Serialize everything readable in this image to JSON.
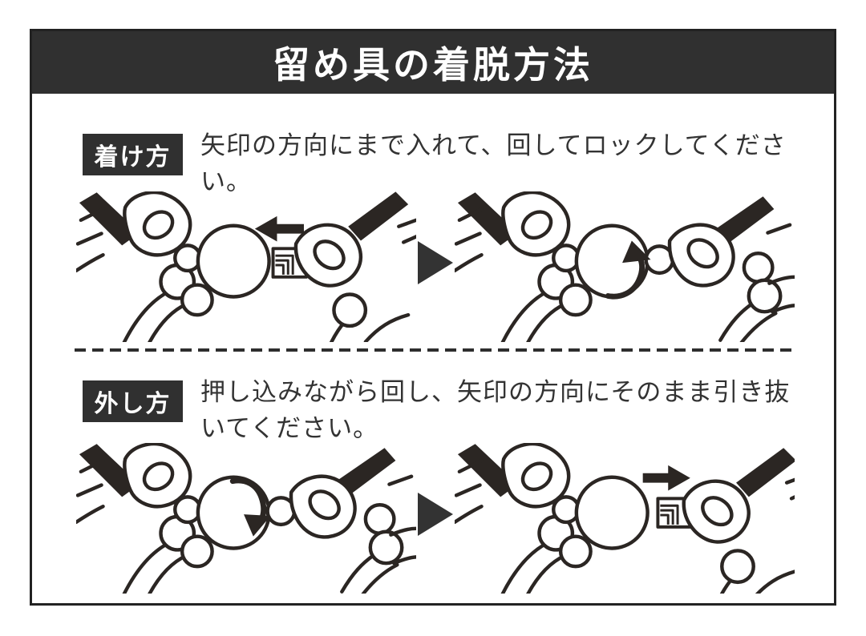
{
  "header": {
    "title": "留め具の着脱方法"
  },
  "sections": [
    {
      "id": "attach",
      "label": "着け方",
      "instruction": "矢印の方向にまで入れて、回してロックしてください。",
      "steps": [
        {
          "illustration": "insert-plug-toward-ball",
          "arrow_icon": "arrow-left-icon"
        },
        {
          "illustration": "rotate-to-lock",
          "arrow_icon": "rotate-up-arrow-icon"
        }
      ],
      "step_separator_icon": "play-triangle-icon"
    },
    {
      "id": "detach",
      "label": "外し方",
      "instruction": "押し込みながら回し、矢印の方向にそのまま引き抜いてください。",
      "steps": [
        {
          "illustration": "push-and-rotate-to-unlock",
          "arrow_icon": "rotate-down-arrow-icon"
        },
        {
          "illustration": "pull-plug-out",
          "arrow_icon": "arrow-right-icon"
        }
      ],
      "step_separator_icon": "play-triangle-icon"
    }
  ],
  "colors": {
    "background": "#ffffff",
    "border": "#222222",
    "header_bg": "#303030",
    "header_text": "#ffffff",
    "badge_bg": "#303030",
    "badge_text": "#ffffff",
    "body_text": "#333333",
    "line_art": "#2b2623",
    "triangle": "#333333"
  }
}
